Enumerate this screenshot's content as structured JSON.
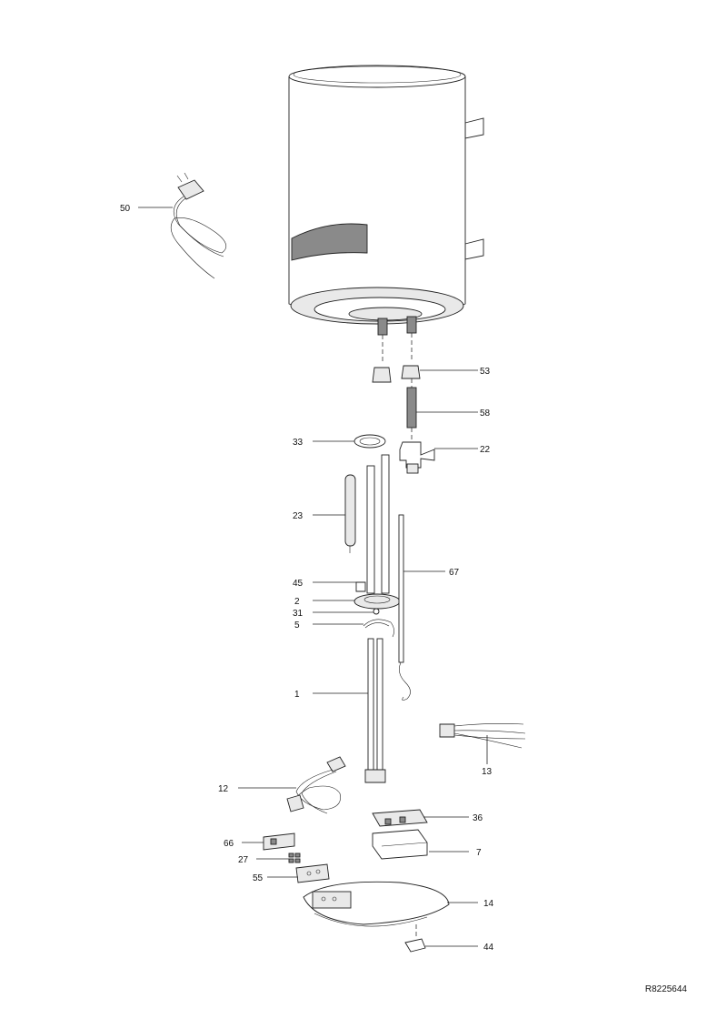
{
  "reference_code": "R8225644",
  "callouts": {
    "c50": "50",
    "c53": "53",
    "c58": "58",
    "c33": "33",
    "c22": "22",
    "c23": "23",
    "c67": "67",
    "c45": "45",
    "c2": "2",
    "c31": "31",
    "c5": "5",
    "c1": "1",
    "c13": "13",
    "c12": "12",
    "c36": "36",
    "c66": "66",
    "c7": "7",
    "c27": "27",
    "c55": "55",
    "c14": "14",
    "c44": "44"
  }
}
